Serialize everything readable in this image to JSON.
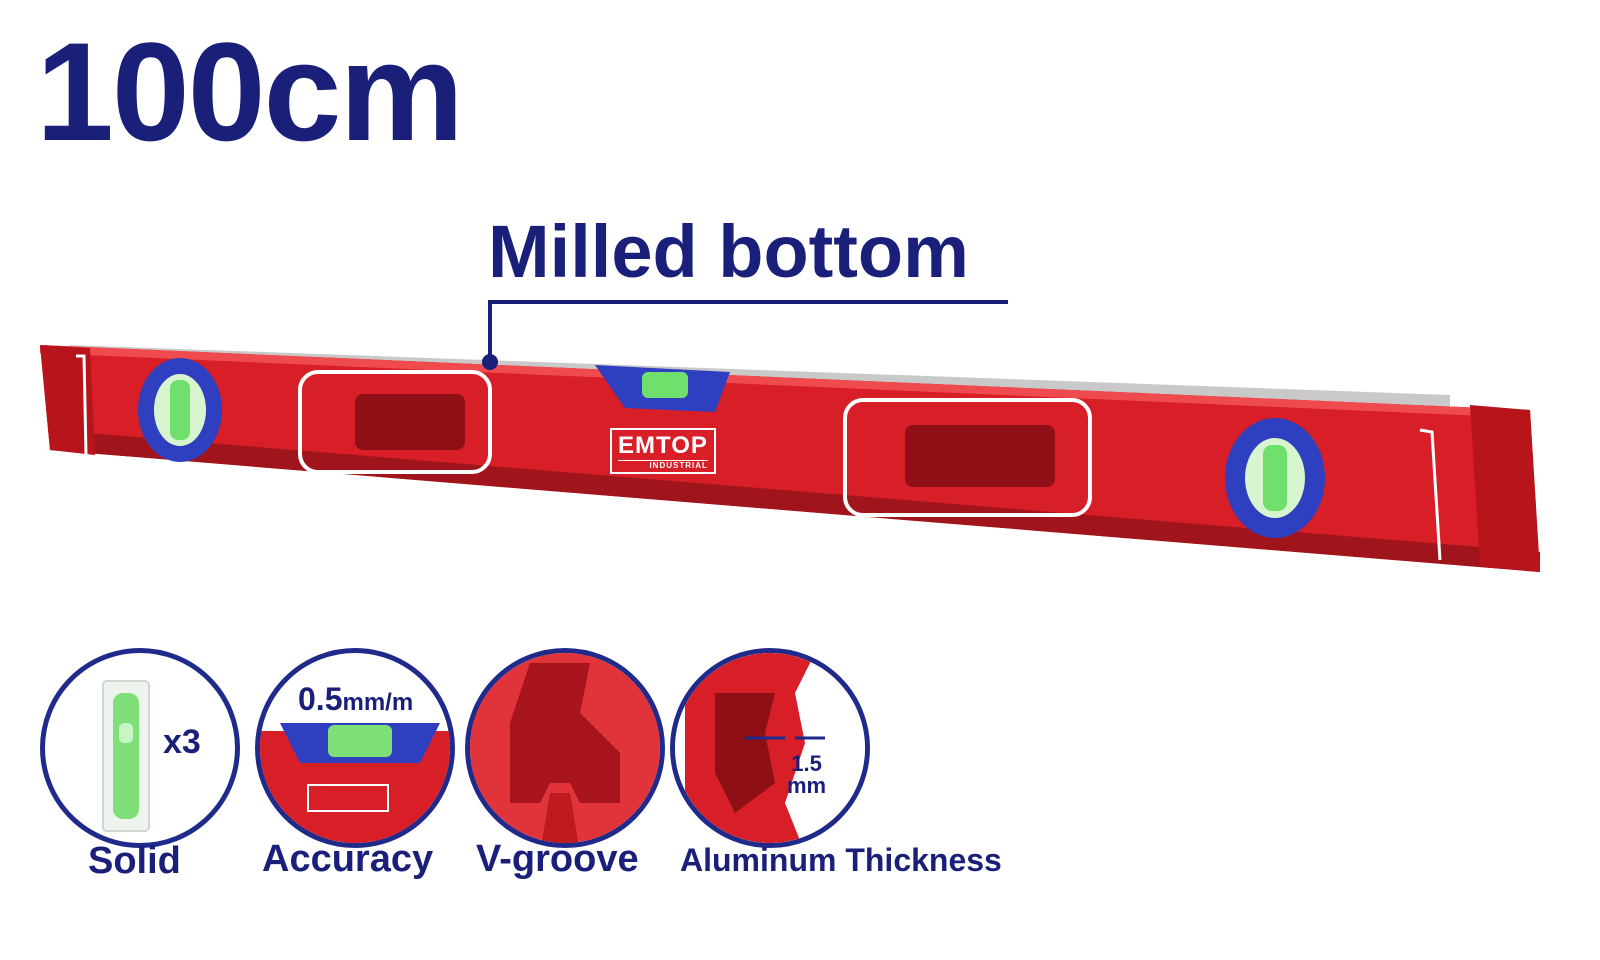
{
  "heading": {
    "length": "100cm"
  },
  "callout": {
    "label": "Milled bottom"
  },
  "product": {
    "brand": "EMTOP",
    "brand_sub": "INDUSTRIAL"
  },
  "features": [
    {
      "label": "Solid",
      "detail": "x3",
      "icon": "vial-icon"
    },
    {
      "label": "Accuracy",
      "detail_value": "0.5",
      "detail_unit": "mm/m",
      "icon": "top-vial-icon"
    },
    {
      "label": "V-groove",
      "icon": "v-groove-profile-icon"
    },
    {
      "label": "Aluminum Thickness",
      "detail_value": "1.5",
      "detail_unit": "mm",
      "icon": "profile-thickness-icon"
    }
  ],
  "colors": {
    "accent": "#1a1f7a",
    "body": "#d81e27",
    "vial": "#2e3fbf",
    "bubble": "#6ee06b"
  }
}
